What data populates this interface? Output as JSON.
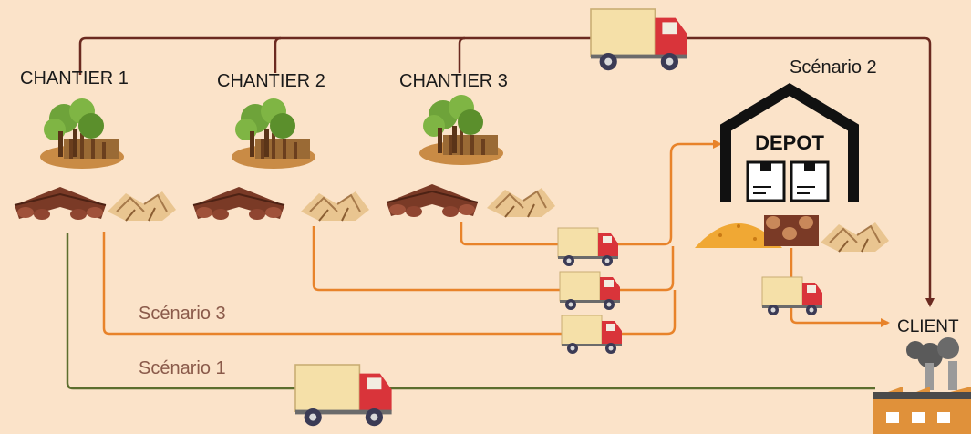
{
  "sites": [
    {
      "label": "CHANTIER 1"
    },
    {
      "label": "CHANTIER 2"
    },
    {
      "label": "CHANTIER 3"
    }
  ],
  "depot": {
    "label": "DEPOT"
  },
  "client": {
    "label": "CLIENT"
  },
  "scenarios": {
    "s1": "Scénario 1",
    "s2": "Scénario 2",
    "s3": "Scénario 3"
  },
  "colors": {
    "background": "#fbe3c9",
    "scenario1_line": "#5c6e2e",
    "scenario2_line": "#6b2a20",
    "scenario3_line": "#e8832a",
    "scenario_text": "#8a5a4a",
    "truck_cab": "#d9343a",
    "truck_box": "#f5e0a8"
  }
}
